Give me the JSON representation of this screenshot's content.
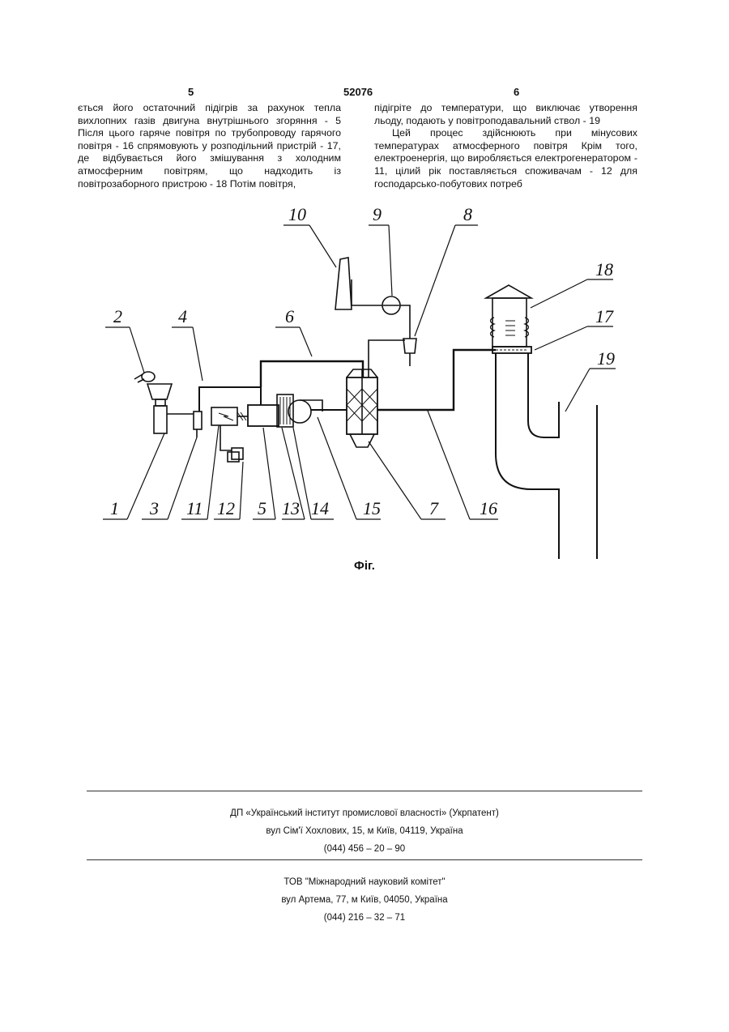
{
  "header": {
    "left_page": "5",
    "doc_number": "52076",
    "right_page": "6"
  },
  "left_column": "ється його остаточний підігрів за рахунок тепла вихлопних газів двигуна внутрішнього згоряння - 5 Після цього гаряче повітря по трубопроводу гарячого повітря - 16 спрямовують у розподільний пристрій - 17, де відбувається його змішування з холодним атмосферним повітрям, що надходить із повітрозаборного пристрою - 18 Потім повітря,",
  "right_column": {
    "p1": "підігріте до температури, що виключає утворення льоду, подають у повітроподавальний ствол - 19",
    "p2": "Цей процес здійснюють при мінусових температурах атмосферного повітря Крім того, електроенергія, що виробляється електрогенератором - 11, цілий рік поставляється споживачам - 12 для господарсько-побутових потреб"
  },
  "figure": {
    "labels": {
      "n1": "1",
      "n2": "2",
      "n3": "3",
      "n4": "4",
      "n5": "5",
      "n6": "6",
      "n7": "7",
      "n8": "8",
      "n9": "9",
      "n10": "10",
      "n11": "11",
      "n12": "12",
      "n13": "13",
      "n14": "14",
      "n15": "15",
      "n16": "16",
      "n17": "17",
      "n18": "18",
      "n19": "19"
    },
    "caption": "Фіг."
  },
  "footer": {
    "org1": {
      "name": "ДП «Український інститут промислової власності» (Укрпатент)",
      "address": "вул Сім'ї Хохлових, 15, м Київ, 04119, Україна",
      "phone": "(044) 456 – 20 –  90"
    },
    "org2": {
      "name": "ТОВ \"Міжнародний науковий комітет\"",
      "address": "вул Артема, 77, м Київ, 04050, Україна",
      "phone": "(044) 216 – 32 – 71"
    }
  }
}
